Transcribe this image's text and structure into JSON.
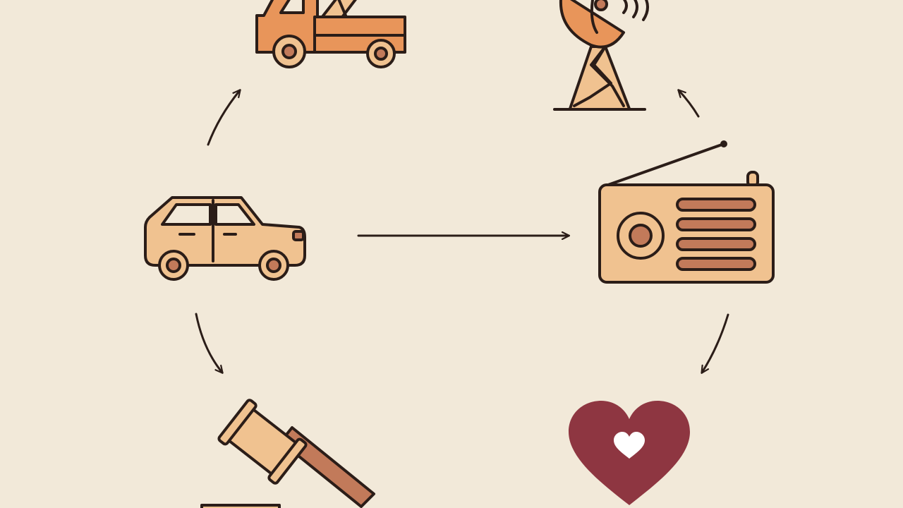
{
  "colors": {
    "background": "#f2e9d9",
    "outline": "#2b1d18",
    "orange": "#e8955a",
    "tan": "#f0c290",
    "brown": "#c27a5a",
    "maroon": "#8e3641",
    "white": "#ffffff"
  },
  "nodes": [
    {
      "id": "tow-truck",
      "icon": "tow-truck-icon"
    },
    {
      "id": "broadcast-tower",
      "icon": "satellite-tower-icon"
    },
    {
      "id": "car",
      "icon": "car-icon"
    },
    {
      "id": "radio",
      "icon": "radio-icon"
    },
    {
      "id": "gavel",
      "icon": "gavel-icon"
    },
    {
      "id": "heart",
      "icon": "heart-icon"
    }
  ],
  "edges": [
    {
      "from": "car",
      "to": "tow-truck"
    },
    {
      "from": "car",
      "to": "radio"
    },
    {
      "from": "car",
      "to": "gavel"
    },
    {
      "from": "radio",
      "to": "broadcast-tower"
    },
    {
      "from": "radio",
      "to": "heart"
    }
  ]
}
